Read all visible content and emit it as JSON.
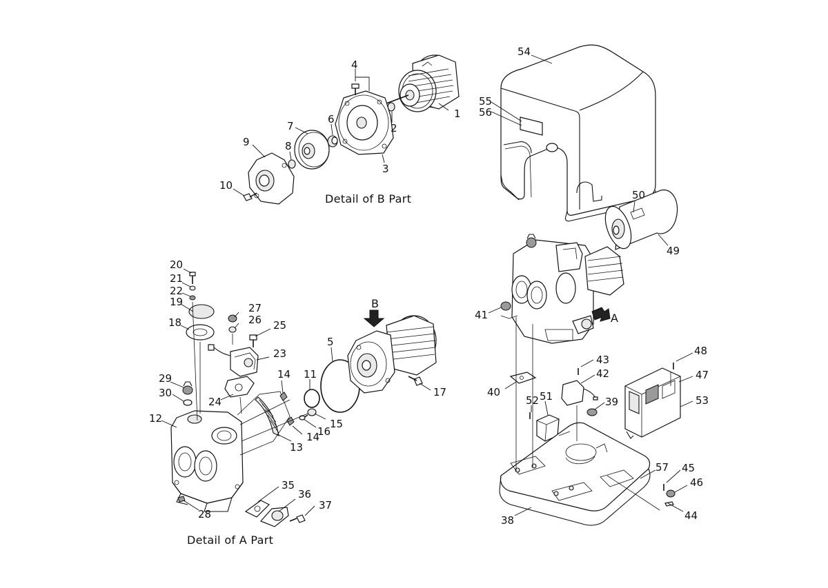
{
  "captions": {
    "detail_a": "Detail of A Part",
    "detail_b": "Detail of B Part",
    "arrow_a": "A",
    "arrow_b": "B"
  },
  "parts": {
    "p1": "1",
    "p2": "2",
    "p3": "3",
    "p4": "4",
    "p5": "5",
    "p6": "6",
    "p7": "7",
    "p8": "8",
    "p9": "9",
    "p10": "10",
    "p11": "11",
    "p12": "12",
    "p13": "13",
    "p14a": "14",
    "p14b": "14",
    "p15": "15",
    "p16": "16",
    "p17": "17",
    "p18": "18",
    "p19": "19",
    "p20": "20",
    "p21": "21",
    "p22": "22",
    "p23": "23",
    "p24": "24",
    "p25": "25",
    "p26": "26",
    "p27": "27",
    "p28": "28",
    "p29": "29",
    "p30": "30",
    "p35": "35",
    "p36": "36",
    "p37": "37",
    "p38": "38",
    "p39": "39",
    "p40": "40",
    "p41": "41",
    "p42": "42",
    "p43": "43",
    "p44": "44",
    "p45": "45",
    "p46": "46",
    "p47": "47",
    "p48": "48",
    "p49": "49",
    "p50": "50",
    "p51": "51",
    "p52": "52",
    "p53": "53",
    "p54": "54",
    "p55": "55",
    "p56": "56",
    "p57": "57"
  }
}
